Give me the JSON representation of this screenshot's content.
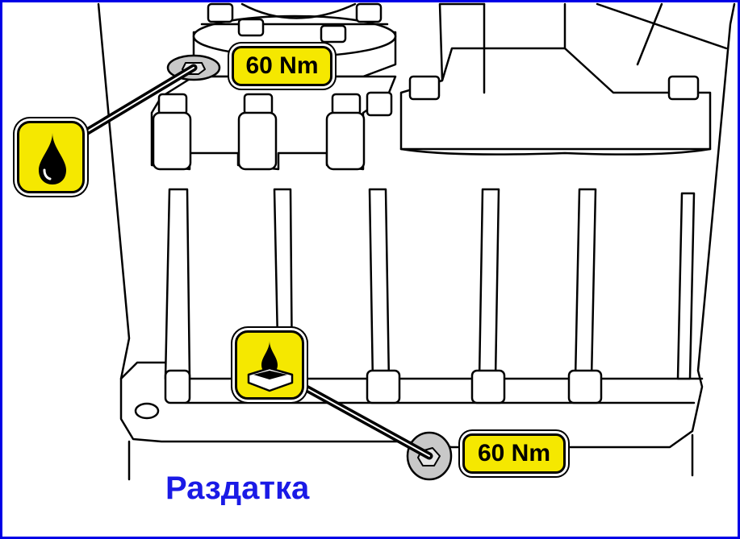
{
  "caption": "Раздатка",
  "torque_labels": {
    "top": "60 Nm",
    "bottom": "60 Nm"
  },
  "icons": {
    "fill_plug": "oil-drop-icon",
    "drain_plug": "oil-drain-icon"
  },
  "colors": {
    "frame": "#0000e6",
    "badge": "#f5e800",
    "caption": "#1a1ae6",
    "plug": "#c8c8c8"
  }
}
